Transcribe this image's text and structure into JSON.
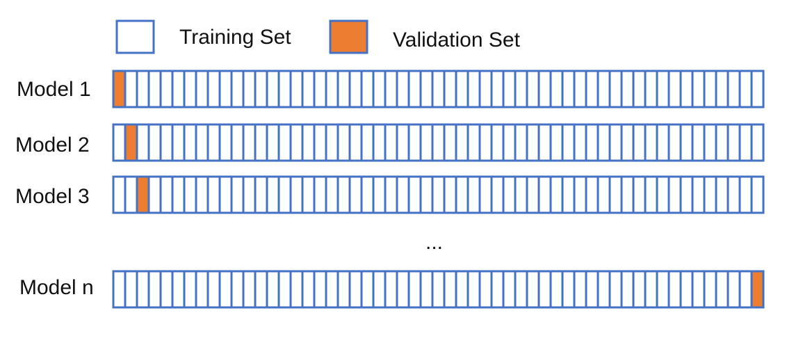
{
  "legend": {
    "training_label": "Training Set",
    "validation_label": "Validation Set"
  },
  "colors": {
    "border": "#4472C4",
    "training_fill": "#FFFFFF",
    "validation_fill": "#ED7D31"
  },
  "cells_per_row": 55,
  "rows": [
    {
      "label": "Model 1",
      "validation_index": 0
    },
    {
      "label": "Model 2",
      "validation_index": 1
    },
    {
      "label": "Model 3",
      "validation_index": 2
    },
    {
      "label": "Model n",
      "validation_index": 54
    }
  ],
  "ellipsis": "..."
}
